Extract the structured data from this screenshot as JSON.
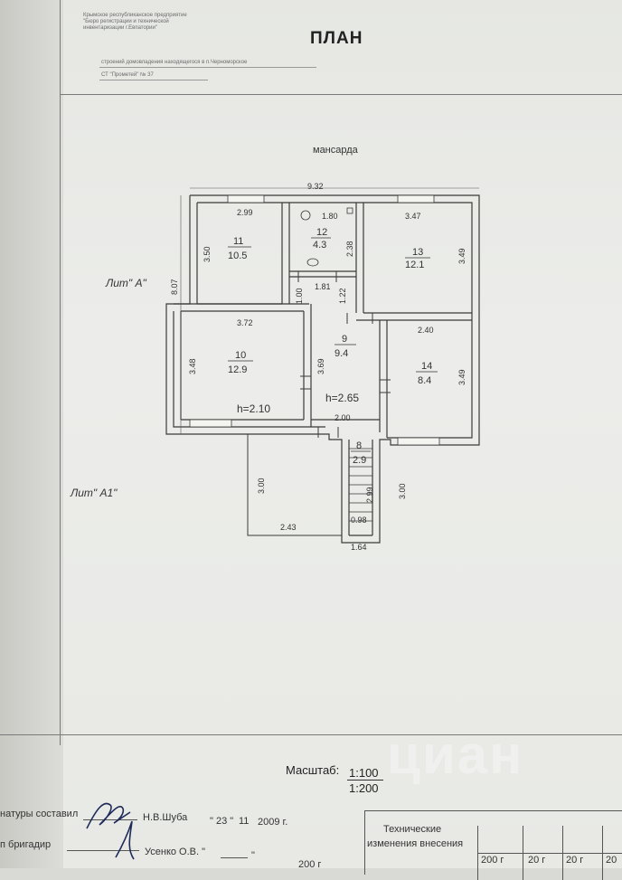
{
  "header": {
    "org_lines": [
      "Крымское республиканское предприятие",
      "\"Бюро регистрации и технической",
      "инвентаризации г.Евпатории\""
    ],
    "title": "ПЛАН",
    "subtitle": "строений домовладения находящегося в п.Черноморское",
    "address": "СТ \"Прометей\" № 37"
  },
  "plan": {
    "floor_label": "мансарда",
    "lit_a": "Лит\" А\"",
    "lit_a1": "Лит\" А1\"",
    "dims": {
      "top_total": "9.32",
      "left_total": "8.07",
      "r11_w": "2.99",
      "r11_h": "3.50",
      "r12_w": "1.80",
      "r12_h": "2.38",
      "r12_b": "1.81",
      "r12_side": "1.00",
      "r13_w": "3.47",
      "r13_h": "3.49",
      "corr_h": "1.22",
      "r10_w": "3.72",
      "r10_h": "3.48",
      "r9_h": "3.69",
      "r14_w": "2.40",
      "r14_h": "3.49",
      "r9_b": "2.00",
      "a1_h": "3.00",
      "a1_w": "2.43",
      "stair_h": "2.99",
      "stair_w": "0.98",
      "stair_total": "1.64",
      "right_h": "3.00"
    },
    "rooms": [
      {
        "num": "11",
        "area": "10.5"
      },
      {
        "num": "12",
        "area": "4.3"
      },
      {
        "num": "13",
        "area": "12.1"
      },
      {
        "num": "10",
        "area": "12.9"
      },
      {
        "num": "9",
        "area": "9.4"
      },
      {
        "num": "14",
        "area": "8.4"
      },
      {
        "num": "8",
        "area": "2.9"
      }
    ],
    "height_left": "h=2.10",
    "height_mid": "h=2.65"
  },
  "footer": {
    "scale_label": "Масштаб:",
    "scale_1": "1:100",
    "scale_2": "1:200",
    "composed_label": "натуры составил",
    "composer": "Н.В.Шуба",
    "date_day": "\" 23 \"",
    "date_month": "11",
    "date_year": "2009 г.",
    "foreman_label": "п бригадир",
    "foreman": "Усенко О.В. \"",
    "foreman_quote": "\"",
    "foreman_year": "200 г",
    "tech_label_1": "Технические",
    "tech_label_2": "изменения внесения",
    "year_cells": [
      "200  г",
      "20  г",
      "20  г",
      "20"
    ]
  },
  "watermark": "циан"
}
